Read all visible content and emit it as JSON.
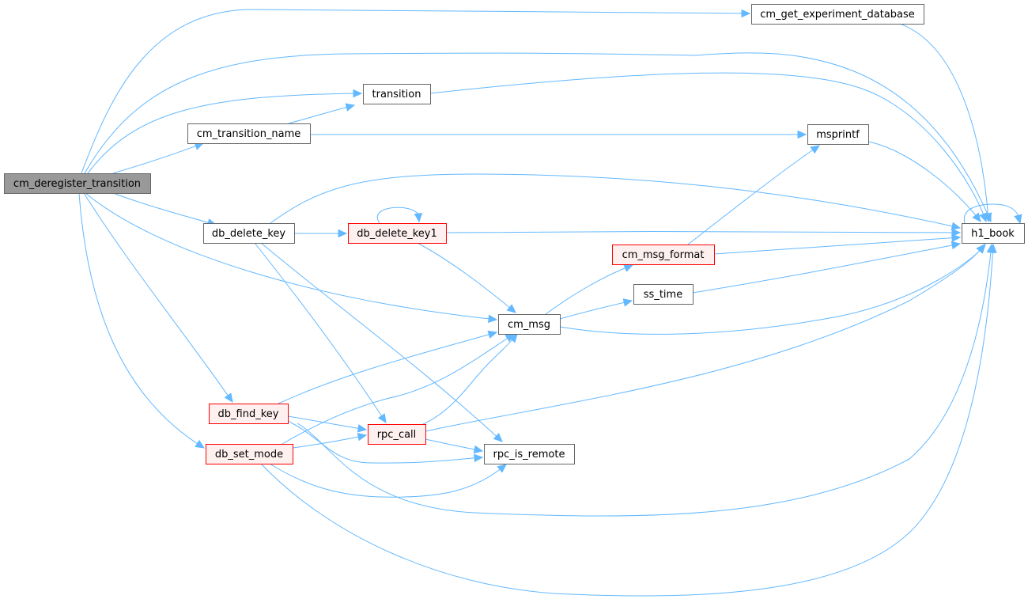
{
  "diagram": {
    "edge_color": "#63b8ff",
    "nodes": [
      {
        "id": "cm_deregister_transition",
        "label": "cm_deregister_transition",
        "style": "root"
      },
      {
        "id": "cm_get_experiment_database",
        "label": "cm_get_experiment_database",
        "style": "normal"
      },
      {
        "id": "transition",
        "label": "transition",
        "style": "normal"
      },
      {
        "id": "cm_transition_name",
        "label": "cm_transition_name",
        "style": "normal"
      },
      {
        "id": "msprintf",
        "label": "msprintf",
        "style": "normal"
      },
      {
        "id": "h1_book",
        "label": "h1_book",
        "style": "normal"
      },
      {
        "id": "db_delete_key",
        "label": "db_delete_key",
        "style": "normal"
      },
      {
        "id": "db_delete_key1",
        "label": "db_delete_key1",
        "style": "truncated"
      },
      {
        "id": "cm_msg_format",
        "label": "cm_msg_format",
        "style": "truncated"
      },
      {
        "id": "ss_time",
        "label": "ss_time",
        "style": "normal"
      },
      {
        "id": "cm_msg",
        "label": "cm_msg",
        "style": "normal"
      },
      {
        "id": "db_find_key",
        "label": "db_find_key",
        "style": "truncated"
      },
      {
        "id": "rpc_call",
        "label": "rpc_call",
        "style": "truncated"
      },
      {
        "id": "db_set_mode",
        "label": "db_set_mode",
        "style": "truncated"
      },
      {
        "id": "rpc_is_remote",
        "label": "rpc_is_remote",
        "style": "normal"
      }
    ],
    "edges": [
      {
        "from": "cm_deregister_transition",
        "to": "cm_get_experiment_database"
      },
      {
        "from": "cm_deregister_transition",
        "to": "h1_book"
      },
      {
        "from": "cm_deregister_transition",
        "to": "transition"
      },
      {
        "from": "cm_deregister_transition",
        "to": "cm_transition_name"
      },
      {
        "from": "cm_deregister_transition",
        "to": "db_delete_key"
      },
      {
        "from": "cm_deregister_transition",
        "to": "cm_msg"
      },
      {
        "from": "cm_deregister_transition",
        "to": "db_find_key"
      },
      {
        "from": "cm_deregister_transition",
        "to": "db_set_mode"
      },
      {
        "from": "cm_get_experiment_database",
        "to": "h1_book"
      },
      {
        "from": "transition",
        "to": "h1_book"
      },
      {
        "from": "cm_transition_name",
        "to": "transition"
      },
      {
        "from": "cm_transition_name",
        "to": "msprintf"
      },
      {
        "from": "msprintf",
        "to": "h1_book"
      },
      {
        "from": "h1_book",
        "to": "h1_book"
      },
      {
        "from": "db_delete_key",
        "to": "h1_book"
      },
      {
        "from": "db_delete_key",
        "to": "db_delete_key1"
      },
      {
        "from": "db_delete_key",
        "to": "rpc_call"
      },
      {
        "from": "db_delete_key",
        "to": "rpc_is_remote"
      },
      {
        "from": "db_delete_key1",
        "to": "db_delete_key1"
      },
      {
        "from": "db_delete_key1",
        "to": "h1_book"
      },
      {
        "from": "db_delete_key1",
        "to": "cm_msg"
      },
      {
        "from": "cm_msg_format",
        "to": "msprintf"
      },
      {
        "from": "cm_msg_format",
        "to": "h1_book"
      },
      {
        "from": "ss_time",
        "to": "h1_book"
      },
      {
        "from": "cm_msg",
        "to": "cm_msg_format"
      },
      {
        "from": "cm_msg",
        "to": "ss_time"
      },
      {
        "from": "cm_msg",
        "to": "h1_book"
      },
      {
        "from": "db_find_key",
        "to": "cm_msg"
      },
      {
        "from": "db_find_key",
        "to": "rpc_call"
      },
      {
        "from": "db_find_key",
        "to": "rpc_is_remote"
      },
      {
        "from": "db_find_key",
        "to": "h1_book"
      },
      {
        "from": "rpc_call",
        "to": "cm_msg"
      },
      {
        "from": "rpc_call",
        "to": "rpc_is_remote"
      },
      {
        "from": "rpc_call",
        "to": "h1_book"
      },
      {
        "from": "db_set_mode",
        "to": "cm_msg"
      },
      {
        "from": "db_set_mode",
        "to": "rpc_call"
      },
      {
        "from": "db_set_mode",
        "to": "rpc_is_remote"
      },
      {
        "from": "db_set_mode",
        "to": "h1_book"
      }
    ]
  }
}
